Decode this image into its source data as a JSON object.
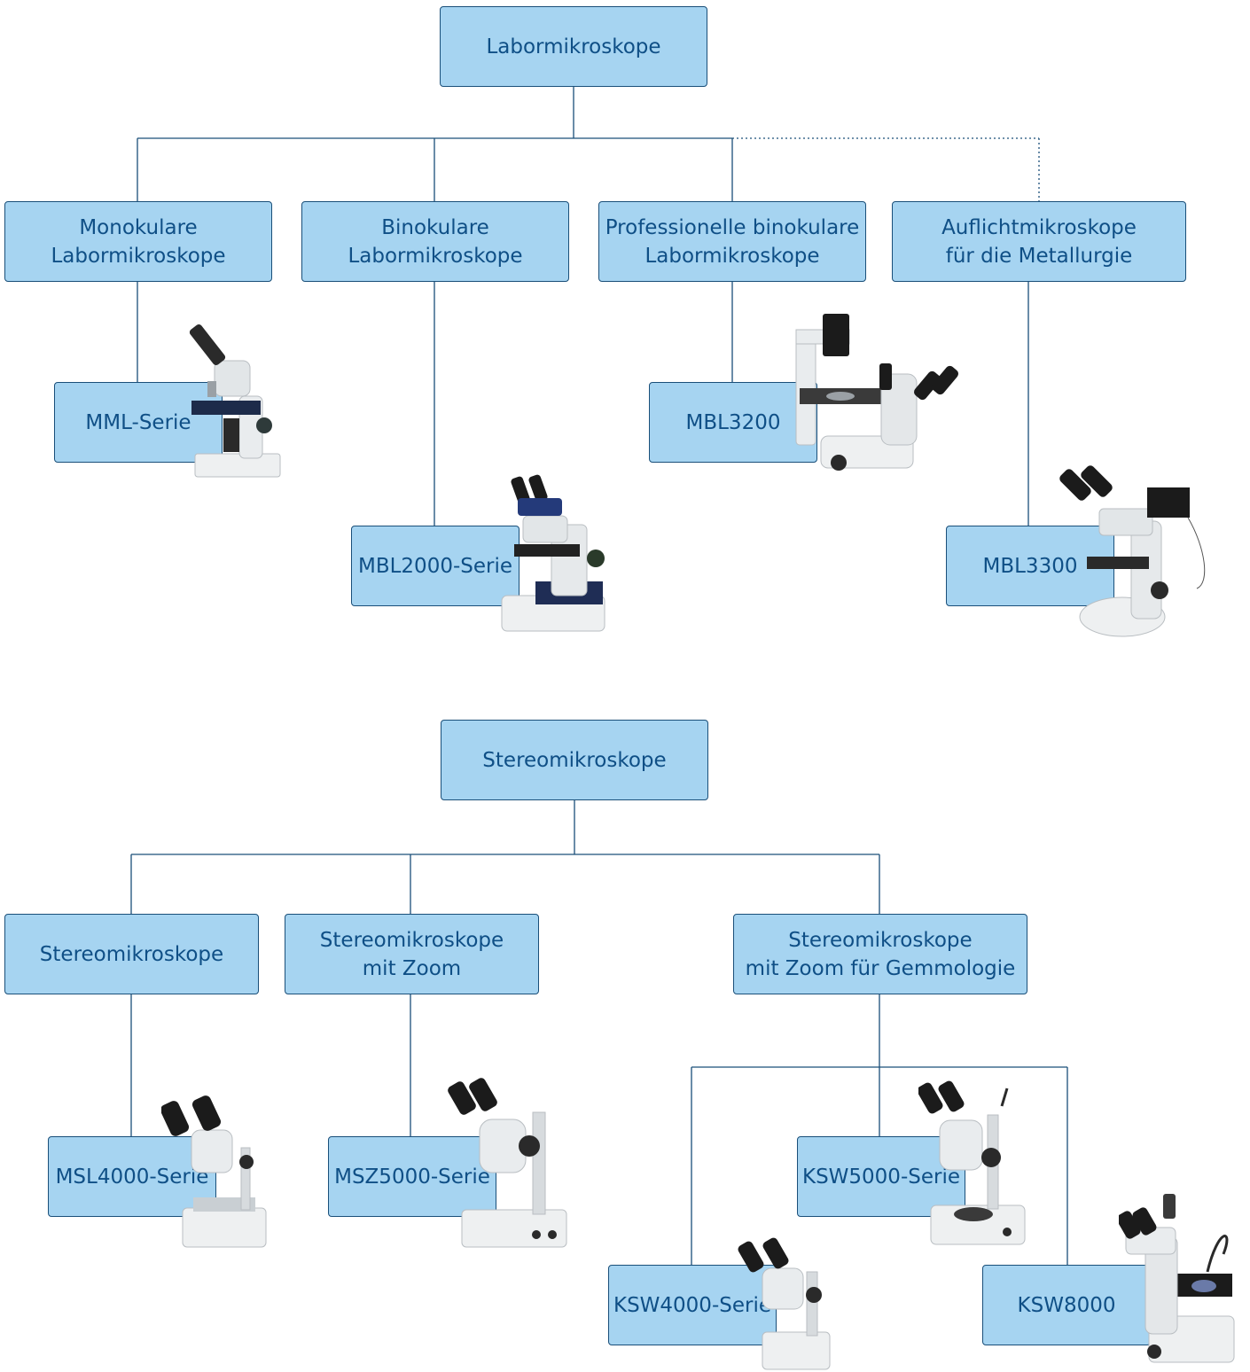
{
  "colors": {
    "box_fill": "#a6d4f1",
    "box_border": "#1a4f79",
    "text": "#0f4f86",
    "connector": "#1a4f79"
  },
  "diagram1": {
    "root": "Labormikroskope",
    "cat1": [
      "Monokulare",
      "Labormikroskope"
    ],
    "cat2": [
      "Binokulare",
      "Labormikroskope"
    ],
    "cat3": [
      "Professionelle binokulare",
      "Labormikroskope"
    ],
    "cat4": [
      "Auflichtmikroskope",
      "für die Metallurgie"
    ],
    "leaf1": "MML-Serie",
    "leaf2": "MBL2000-Serie",
    "leaf3": "MBL3200",
    "leaf4": "MBL3300"
  },
  "diagram2": {
    "root": "Stereomikroskope",
    "cat1": [
      "Stereomikroskope"
    ],
    "cat2": [
      "Stereomikroskope",
      "mit Zoom"
    ],
    "cat3": [
      "Stereomikroskope",
      "mit Zoom für Gemmologie"
    ],
    "leaf1": "MSL4000-Serie",
    "leaf2": "MSZ5000-Serie",
    "leaf3": "KSW5000-Serie",
    "leaf4": "KSW4000-Serie",
    "leaf5": "KSW8000"
  },
  "icons": [
    "monocular-microscope-icon",
    "binocular-microscope-icon",
    "inverted-microscope-icon",
    "metallurgical-microscope-icon",
    "stereo-microscope-icon",
    "zoom-stereo-microscope-icon",
    "gem-microscope-icon"
  ]
}
